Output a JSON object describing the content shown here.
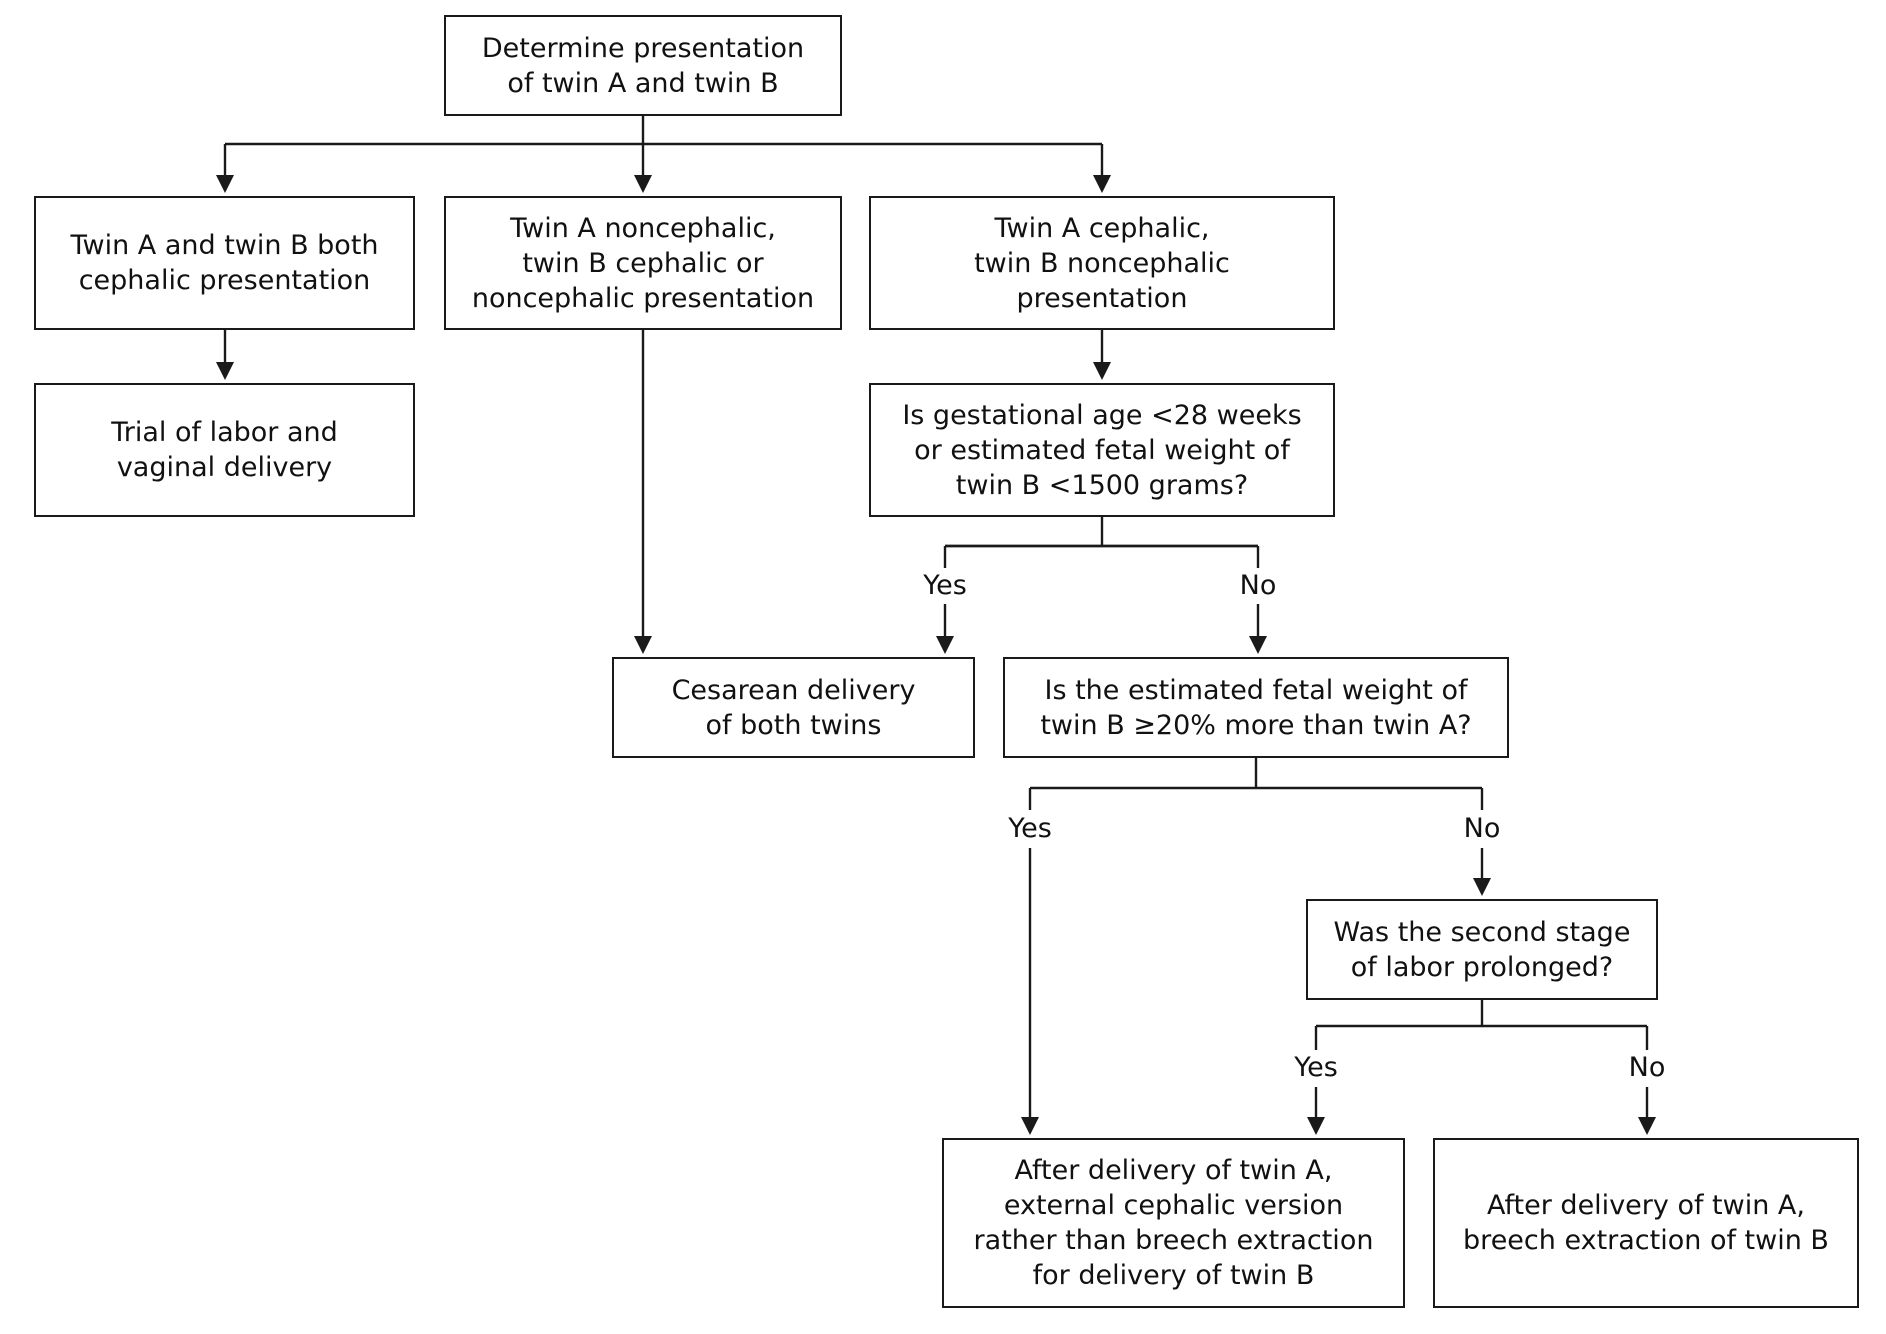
{
  "diagram": {
    "nodes": {
      "start": "Determine presentation\nof twin A and twin B",
      "both_cephalic": "Twin A and twin B both\ncephalic presentation",
      "a_noncephalic": "Twin A noncephalic,\ntwin B cephalic or\nnoncephalic presentation",
      "a_cephalic_b_non": "Twin A cephalic,\ntwin B noncephalic\npresentation",
      "trial_labor": "Trial of labor and\nvaginal delivery",
      "gest_age_q": "Is gestational age <28 weeks\nor estimated fetal weight of\ntwin B <1500 grams?",
      "cesarean": "Cesarean delivery\nof both twins",
      "weight_q": "Is the estimated fetal weight of\ntwin B ≥20% more than twin A?",
      "second_stage_q": "Was the second stage\nof labor prolonged?",
      "ecv": "After delivery of twin A,\nexternal cephalic version\nrather than breech extraction\nfor delivery of twin B",
      "breech": "After delivery of twin A,\nbreech extraction of twin B"
    },
    "edge_labels": {
      "gest_yes": "Yes",
      "gest_no": "No",
      "weight_yes": "Yes",
      "weight_no": "No",
      "stage_yes": "Yes",
      "stage_no": "No"
    }
  }
}
